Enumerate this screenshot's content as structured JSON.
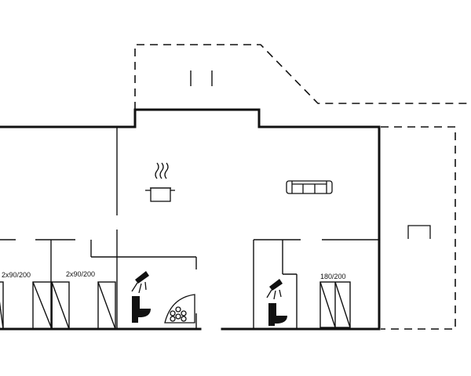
{
  "bed_labels": {
    "room_left": "2x90/200",
    "room_middle": "2x90/200",
    "room_right": "180/200"
  },
  "icons": [
    "cooking-pot-icon",
    "sofa-icon",
    "shower-icon",
    "toilet-icon",
    "whirlpool-tub-icon",
    "chair-icon"
  ],
  "colors": {
    "lines": "#111111",
    "background": "#ffffff"
  }
}
